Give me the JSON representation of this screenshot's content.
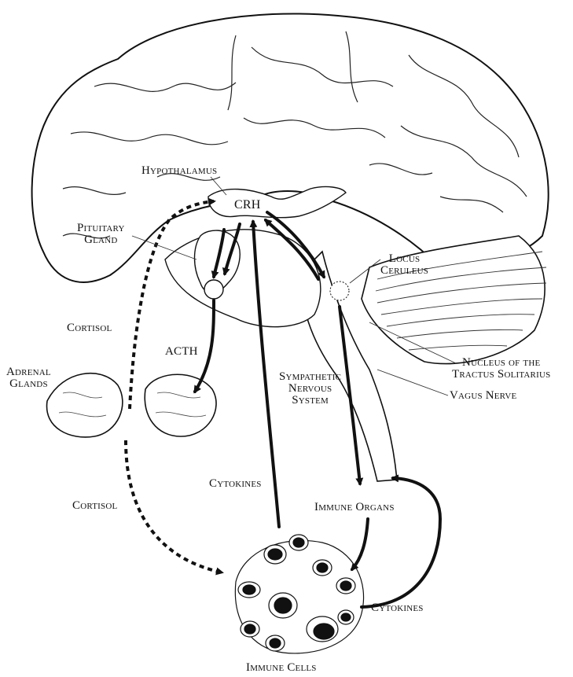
{
  "labels": {
    "hypothalamus": "Hypothalamus",
    "crh": "CRH",
    "pituitary": "Pituitary\nGland",
    "locus": "Locus\nCeruleus",
    "cortisol_top": "Cortisol",
    "acth": "ACTH",
    "adrenal": "Adrenal\nGlands",
    "sympathetic": "Sympathetic\nNervous\nSystem",
    "nucleus": "Nucleus of the\nTractus Solitarius",
    "vagus": "Vagus Nerve",
    "cytokines_left": "Cytokines",
    "cortisol_bottom": "Cortisol",
    "immune_organs": "Immune Organs",
    "cytokines_right": "Cytokines",
    "immune_cells": "Immune Cells"
  },
  "colors": {
    "ink": "#111111",
    "paper": "#ffffff"
  }
}
